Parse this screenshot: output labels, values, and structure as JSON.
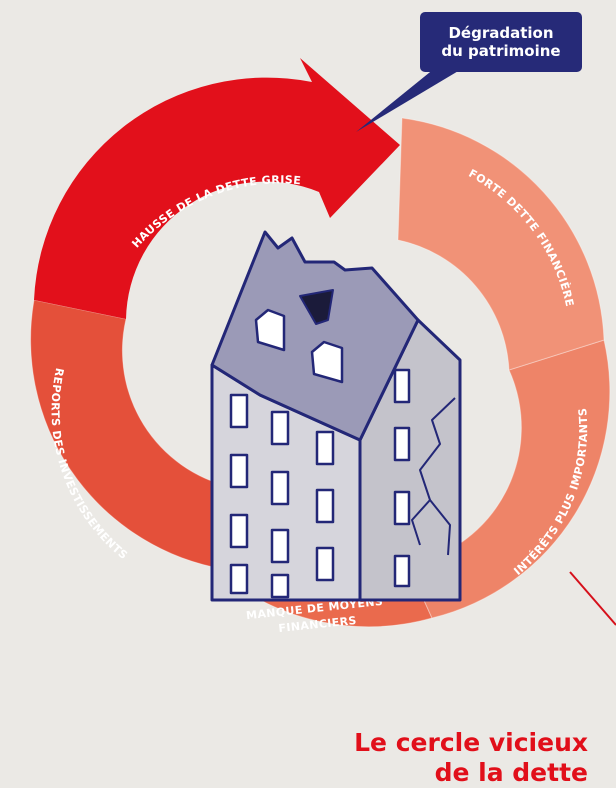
{
  "callout": {
    "line1": "Dégradation",
    "line2": "du patrimoine"
  },
  "title": {
    "line1": "Le cercle vicieux",
    "line2": "de la dette"
  },
  "cycle": {
    "hausse": "HAUSSE DE LA DETTE GRISE",
    "forte": "FORTE DETTE FINANCIÈRE",
    "interets": "INTÉRÊTS PLUS IMPORTANTS",
    "manque1": "MANQUE DE MOYENS",
    "manque2": "FINANCIERS",
    "reports": "REPORTS DES INVESTISSEMENTS"
  },
  "colors": {
    "background": "#ebe9e5",
    "arrow_red": "#e2101b",
    "segment_forte": "#f19277",
    "segment_interets": "#ee8468",
    "segment_manque": "#ea6a4d",
    "segment_reports": "#e4503a",
    "callout_bg": "#262a78",
    "building_outline": "#232777",
    "title_red": "#e10f1a"
  }
}
